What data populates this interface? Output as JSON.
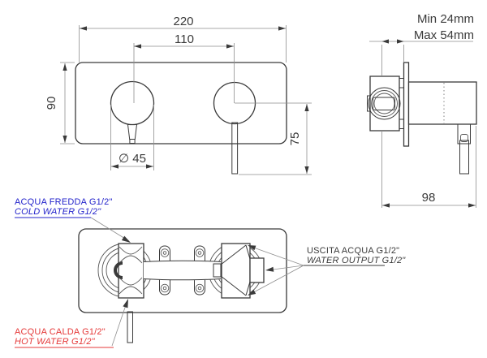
{
  "drawing": {
    "title": "concealed-mixer-technical-drawing",
    "dimensions": {
      "plate_width": "220",
      "handle_distance": "110",
      "plate_height": "90",
      "lever_drop": "75",
      "knob_diameter": "∅ 45",
      "wall_depth_min": "Min 24mm",
      "wall_depth_max": "Max 54mm",
      "body_depth": "98"
    },
    "labels": {
      "cold_it": "ACQUA FREDDA G1/2\"",
      "cold_en": "COLD WATER G1/2\"",
      "hot_it": "ACQUA CALDA G1/2\"",
      "hot_en": "HOT WATER G1/2\"",
      "output_it": "USCITA ACQUA G1/2\"",
      "output_en": "WATER OUTPUT G1/2\""
    },
    "colors": {
      "cold": "#2323cb",
      "hot": "#e53939",
      "line": "#3a3a3a",
      "dim": "#8f8f8f"
    }
  }
}
